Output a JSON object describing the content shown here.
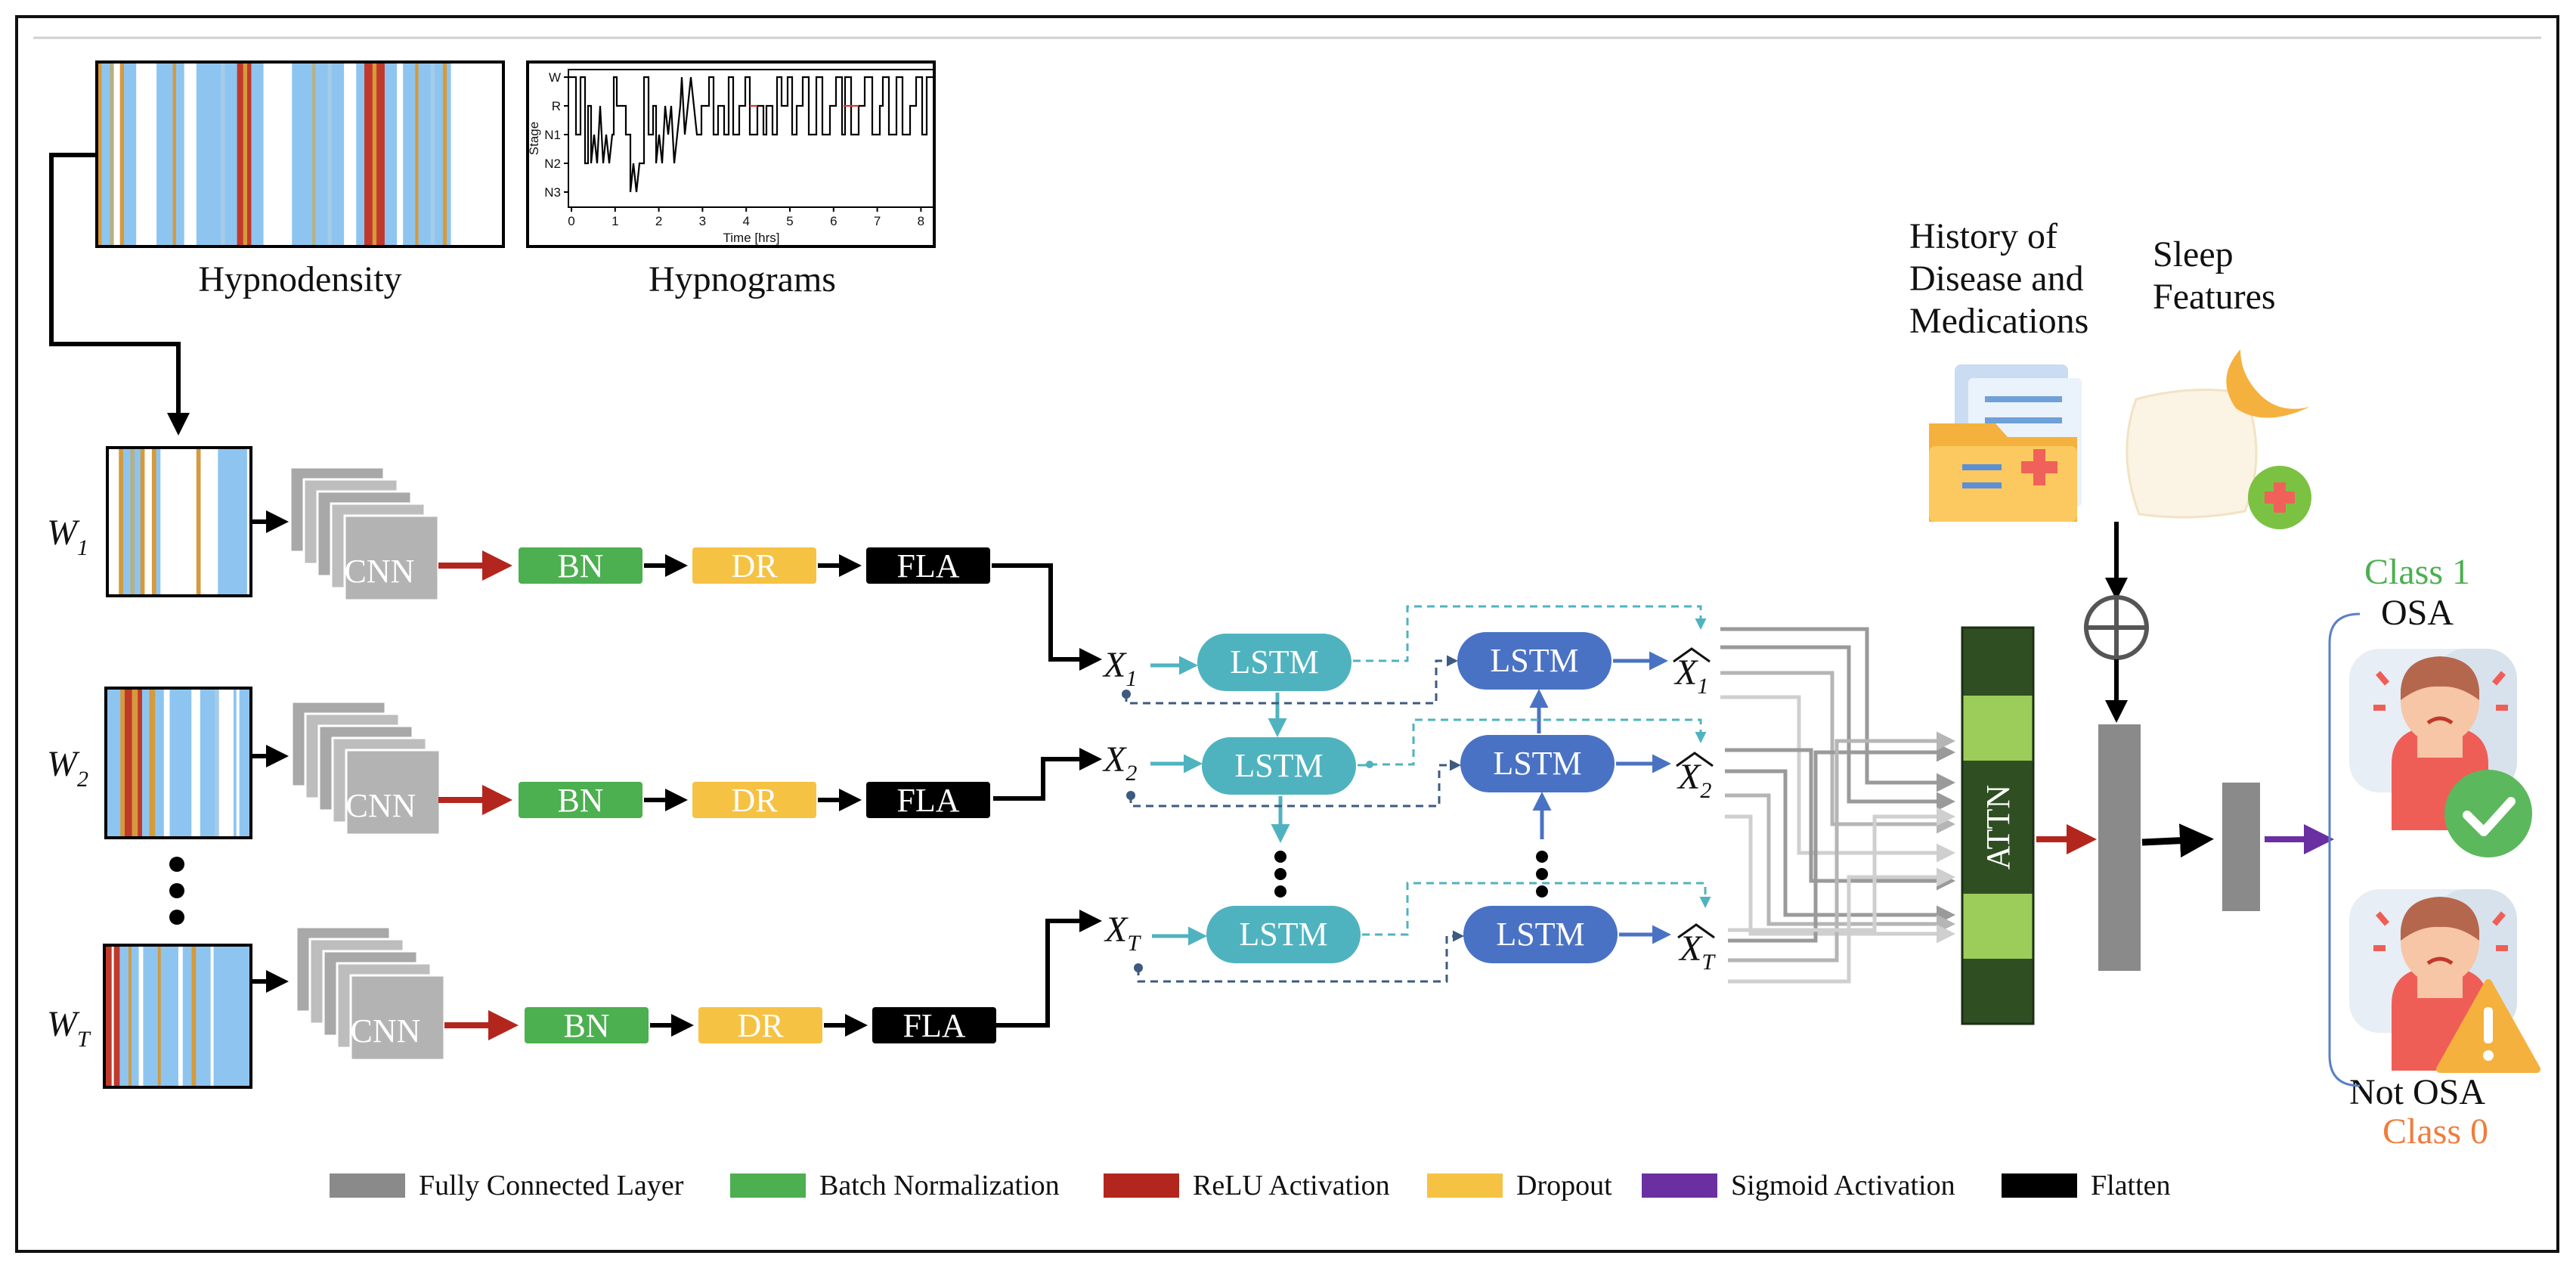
{
  "captions": {
    "hypnodensity": "Hypnodensity",
    "hypnograms": "Hypnograms",
    "history_line1": "History of",
    "history_line2": "Disease and",
    "history_line3": "Medications",
    "sleep_line1": "Sleep",
    "sleep_line2": "Features"
  },
  "hypnogram": {
    "ylabel": "Stage",
    "xlabel": "Time [hrs]",
    "stages": [
      "W",
      "R",
      "N1",
      "N2",
      "N3"
    ],
    "xticks": [
      "0",
      "1",
      "2",
      "3",
      "4",
      "5",
      "6",
      "7",
      "8"
    ]
  },
  "windows": [
    {
      "symbol": "W",
      "sub": "1"
    },
    {
      "symbol": "W",
      "sub": "2"
    },
    {
      "symbol": "W",
      "sub": "T"
    }
  ],
  "blocks": {
    "cnn": "CNN",
    "bn": "BN",
    "dr": "DR",
    "fla": "FLA",
    "lstm": "LSTM",
    "attn": "ATTN"
  },
  "sequence": {
    "inputs": [
      {
        "symbol": "X",
        "sub": "1"
      },
      {
        "symbol": "X",
        "sub": "2"
      },
      {
        "symbol": "X",
        "sub": "T"
      }
    ],
    "outputs": [
      {
        "symbol": "X",
        "sub": "1"
      },
      {
        "symbol": "X",
        "sub": "2"
      },
      {
        "symbol": "X",
        "sub": "T"
      }
    ]
  },
  "classes": {
    "positive_class": "Class 1",
    "positive_label": "OSA",
    "negative_label": "Not OSA",
    "negative_class": "Class 0"
  },
  "legend": [
    {
      "label": "Fully Connected Layer",
      "color": "#8a8a8a"
    },
    {
      "label": "Batch Normalization",
      "color": "#4caf50"
    },
    {
      "label": "ReLU Activation",
      "color": "#b3261e"
    },
    {
      "label": "Dropout",
      "color": "#f6c244"
    },
    {
      "label": "Sigmoid Activation",
      "color": "#6a2fa0"
    },
    {
      "label": "Flatten",
      "color": "#000000"
    }
  ],
  "colors": {
    "bn": "#4caf50",
    "dropout": "#f6c244",
    "flatten": "#000000",
    "relu": "#b3261e",
    "sigmoid": "#6a2fa0",
    "fc": "#8a8a8a",
    "lstm_forward": "#4fb3bf",
    "lstm_backward": "#4a72c4",
    "attn_dark": "#2f4f22",
    "attn_light": "#9ccc5a",
    "class1": "#4caf50",
    "class0": "#ef7d3c"
  }
}
